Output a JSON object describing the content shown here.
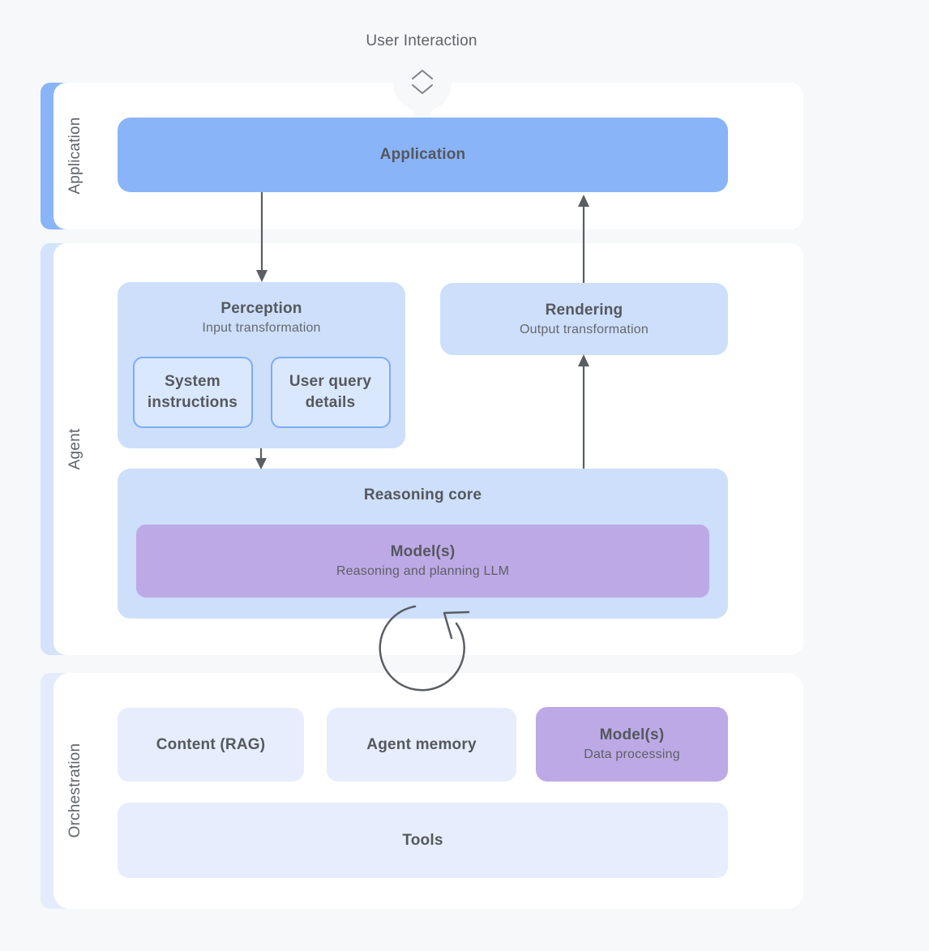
{
  "header": {
    "title": "User Interaction",
    "chevron_icon": "chevron-up-down"
  },
  "colors": {
    "background": "#f6f8fa",
    "card": "#ffffff",
    "accent_blue": "#8ab4f8",
    "light_blue_box": "#cddffa",
    "inner_box_fill": "#dae8fd",
    "inner_box_border": "#7dabf8",
    "purple_box": "#bda9e6",
    "lavender_box": "#e7edfc",
    "agent_strip": "#d2e3fb",
    "orchestration_strip": "#e4ebfc",
    "text": "#55585d",
    "subtext": "#66696e",
    "arrow": "#5a5e63"
  },
  "application_band": {
    "label": "Application",
    "application_box": {
      "title": "Application"
    }
  },
  "agent_band": {
    "label": "Agent",
    "perception": {
      "title": "Perception",
      "subtitle": "Input transformation",
      "children": [
        {
          "title": "System instructions"
        },
        {
          "title": "User query details"
        }
      ]
    },
    "rendering": {
      "title": "Rendering",
      "subtitle": "Output transformation"
    },
    "reasoning_core": {
      "title": "Reasoning core",
      "model": {
        "title": "Model(s)",
        "subtitle": "Reasoning and planning LLM"
      }
    },
    "loop_icon": "counterclockwise-loop-arrow"
  },
  "orchestration_band": {
    "label": "Orchestration",
    "items": [
      {
        "title": "Content (RAG)"
      },
      {
        "title": "Agent memory"
      },
      {
        "title": "Model(s)",
        "subtitle": "Data processing"
      }
    ],
    "tools": {
      "title": "Tools"
    }
  }
}
